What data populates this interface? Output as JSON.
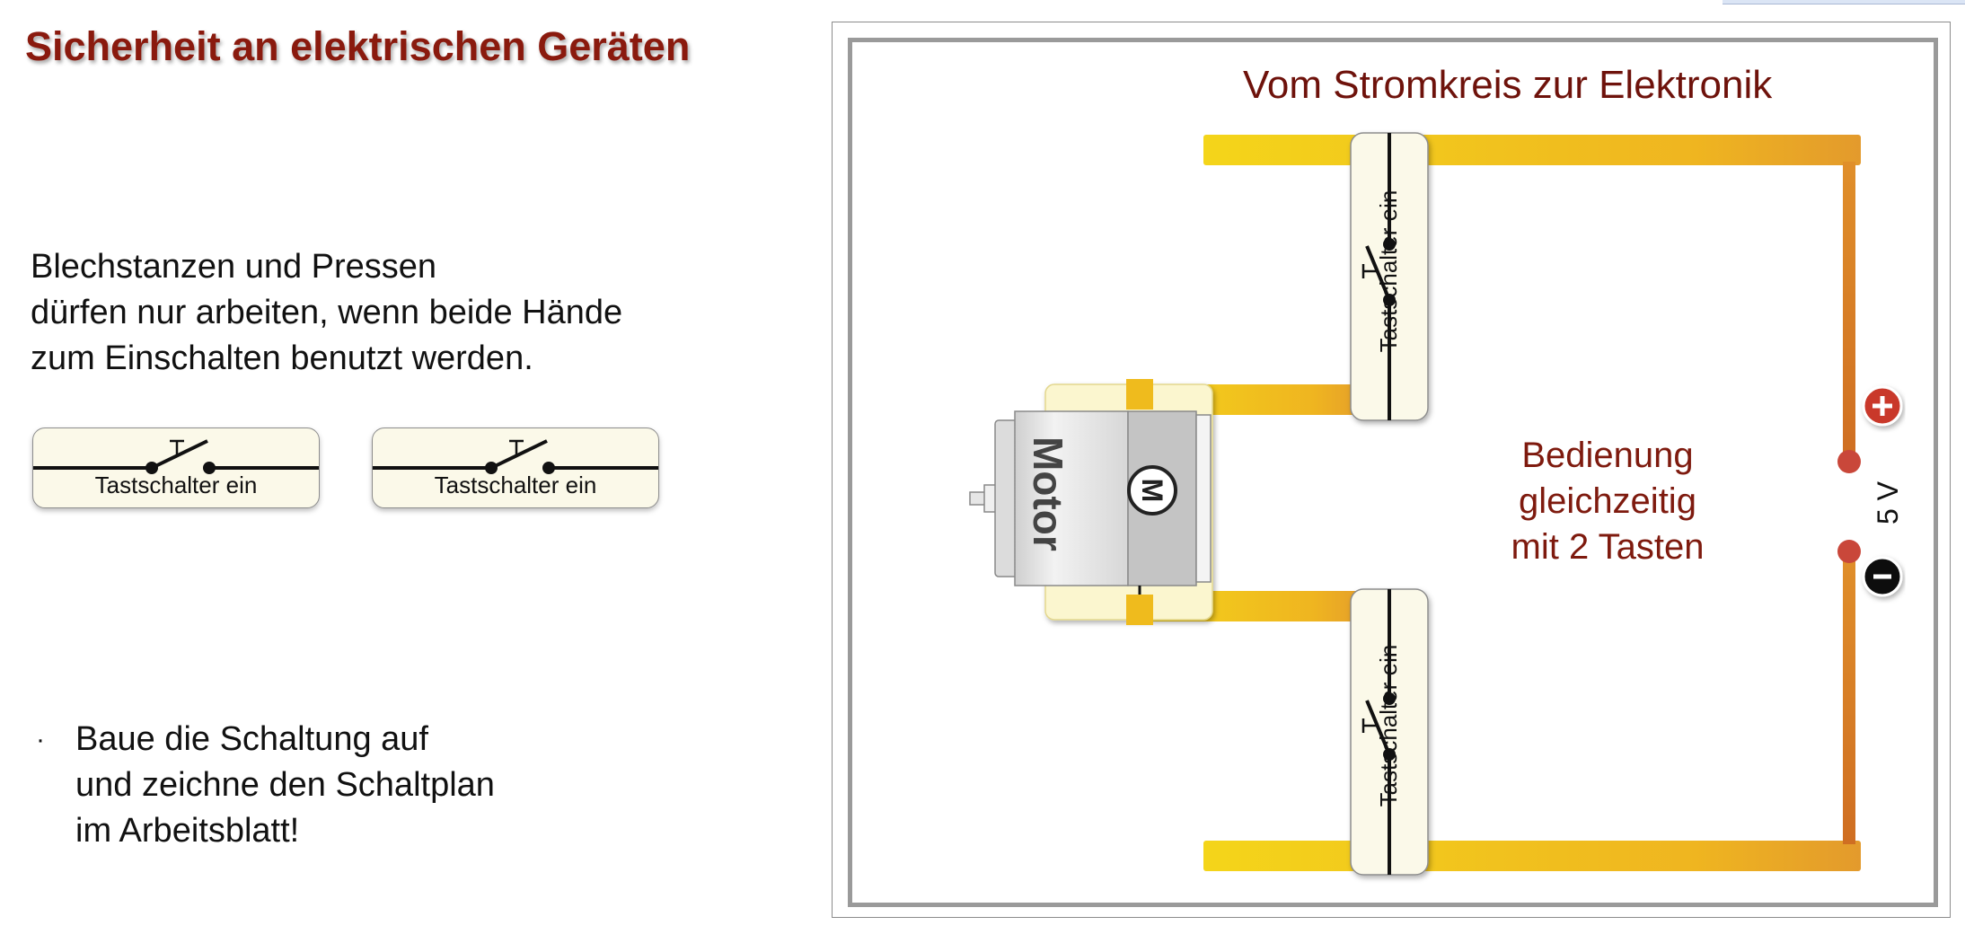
{
  "title": "Sicherheit an elektrischen Geräten",
  "intro": {
    "lines": [
      "Blechstanzen und Pressen",
      "dürfen nur arbeiten, wenn beide Hände",
      "zum Einschalten benutzt werden."
    ]
  },
  "switches": [
    {
      "label": "Tastschalter ein"
    },
    {
      "label": "Tastschalter ein"
    }
  ],
  "task": {
    "bullet": "·",
    "lines": [
      "Baue die Schaltung auf",
      "und zeichne den Schaltplan",
      "im Arbeitsblatt!"
    ]
  },
  "diagram": {
    "title": "Vom Stromkreis zur Elektronik",
    "motor_label": "Motor",
    "motor_symbol": "M",
    "switch_top_label": "Tastschalter ein",
    "switch_bottom_label": "Tastschalter ein",
    "caption_lines": [
      "Bedienung",
      "gleichzeitig",
      "mit 2 Tasten"
    ],
    "voltage": "5 V",
    "plus": "+",
    "minus": "-",
    "icons": [
      "pushbutton-switch-icon",
      "dc-motor-icon",
      "battery-terminal-plus-icon",
      "battery-terminal-minus-icon"
    ],
    "colors": {
      "wire_yellow": "#f2c417",
      "wire_orange": "#d97a26",
      "title_red": "#8a1a0e",
      "plus_terminal": "#c9392a",
      "minus_terminal": "#111111"
    }
  }
}
